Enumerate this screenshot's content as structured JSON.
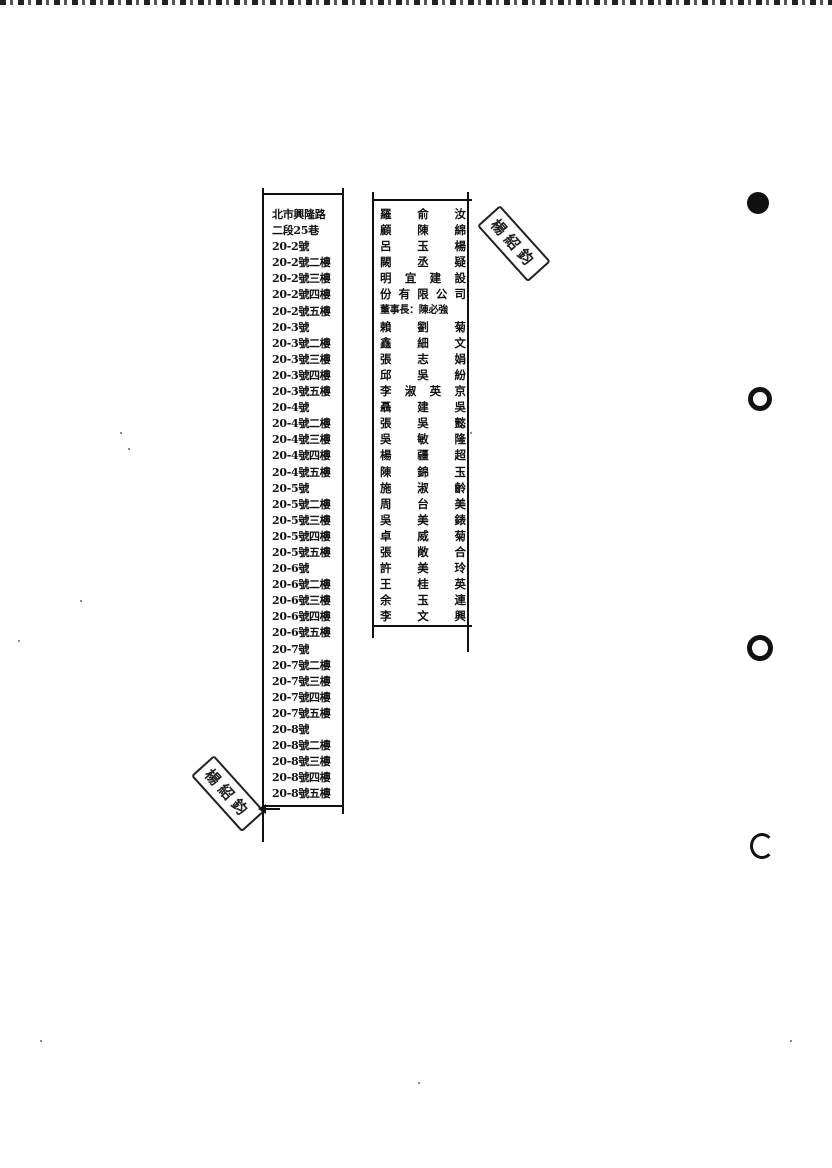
{
  "addresses": {
    "header": [
      "北市興隆路",
      "二段25巷"
    ],
    "rows": [
      "20-2號",
      "20-2號二樓",
      "20-2號三樓",
      "20-2號四樓",
      "20-2號五樓",
      "20-3號",
      "20-3號二樓",
      "20-3號三樓",
      "20-3號四樓",
      "20-3號五樓",
      "20-4號",
      "20-4號二樓",
      "20-4號三樓",
      "20-4號四樓",
      "20-4號五樓",
      "20-5號",
      "20-5號二樓",
      "20-5號三樓",
      "20-5號四樓",
      "20-5號五樓",
      "20-6號",
      "20-6號二樓",
      "20-6號三樓",
      "20-6號四樓",
      "20-6號五樓",
      "20-7號",
      "20-7號二樓",
      "20-7號三樓",
      "20-7號四樓",
      "20-7號五樓",
      "20-8號",
      "20-8號二樓",
      "20-8號三樓",
      "20-8號四樓",
      "20-8號五樓"
    ]
  },
  "owners": [
    "羅 俞 汝",
    "顧 陳 綿",
    "呂 玉 楊",
    "闕 丞 疑",
    "明 宜 建 設",
    "份 有 限 公 司",
    "董事長：陳必強",
    "賴 劉 菊",
    "鑫 細 文",
    "張 志 娟",
    "邱 吳 紛",
    "李 淑 英 京",
    "聶 建 吳",
    "張 吳 懿",
    "吳 敏 隆",
    "楊 疆 超",
    "陳 錦 玉",
    "施 淑 齡",
    "周 台 美",
    "吳 美 錶",
    "卓 威 菊",
    "張 敞 合",
    "許 美 玲",
    "王 桂 英",
    "余 玉 連",
    "李 文 興"
  ],
  "stamps": {
    "top": "楊紹鈞",
    "bottom": "楊紹鈞"
  },
  "colors": {
    "ink": "#111111",
    "paper": "#ffffff"
  }
}
